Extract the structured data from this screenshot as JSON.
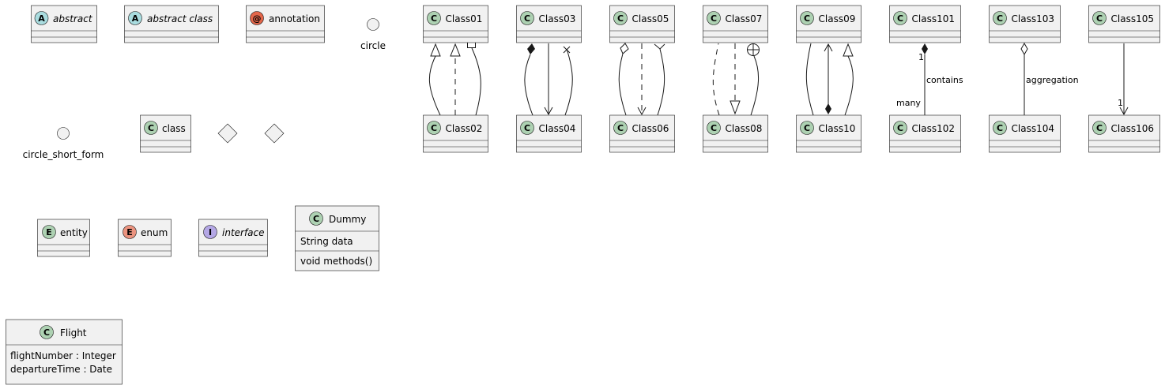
{
  "colors": {
    "class_badge": "#ADD1B2",
    "abstract_badge": "#A9DCDF",
    "annotation_badge": "#E3664A",
    "enum_badge": "#EB937F",
    "interface_badge": "#B4A7E5",
    "box_fill": "#F1F1F1",
    "stroke": "#181818"
  },
  "elements": {
    "abstract": {
      "name": "abstract",
      "badge": "A",
      "italic": true
    },
    "abstract_class": {
      "name": "abstract class",
      "badge": "A",
      "italic": true
    },
    "annotation": {
      "name": "annotation",
      "badge": "@"
    },
    "circle": {
      "name": "circle"
    },
    "circle_short_form": {
      "name": "circle_short_form"
    },
    "class": {
      "name": "class",
      "badge": "C"
    },
    "entity": {
      "name": "entity",
      "badge": "E"
    },
    "enum": {
      "name": "enum",
      "badge": "E"
    },
    "interface": {
      "name": "interface",
      "badge": "I",
      "italic": true
    },
    "dummy": {
      "name": "Dummy",
      "badge": "C",
      "field": "String data",
      "method": "void methods()"
    },
    "flight": {
      "name": "Flight",
      "badge": "C",
      "field1": "flightNumber : Integer",
      "field2": "departureTime : Date"
    }
  },
  "classes": {
    "class01": "Class01",
    "class02": "Class02",
    "class03": "Class03",
    "class04": "Class04",
    "class05": "Class05",
    "class06": "Class06",
    "class07": "Class07",
    "class08": "Class08",
    "class09": "Class09",
    "class10": "Class10",
    "class101": "Class101",
    "class102": "Class102",
    "class103": "Class103",
    "class104": "Class104",
    "class105": "Class105",
    "class106": "Class106"
  },
  "relation_labels": {
    "contains": "contains",
    "contains_source_mult": "1",
    "contains_target_mult": "many",
    "aggregation": "aggregation",
    "class106_mult": "1"
  }
}
